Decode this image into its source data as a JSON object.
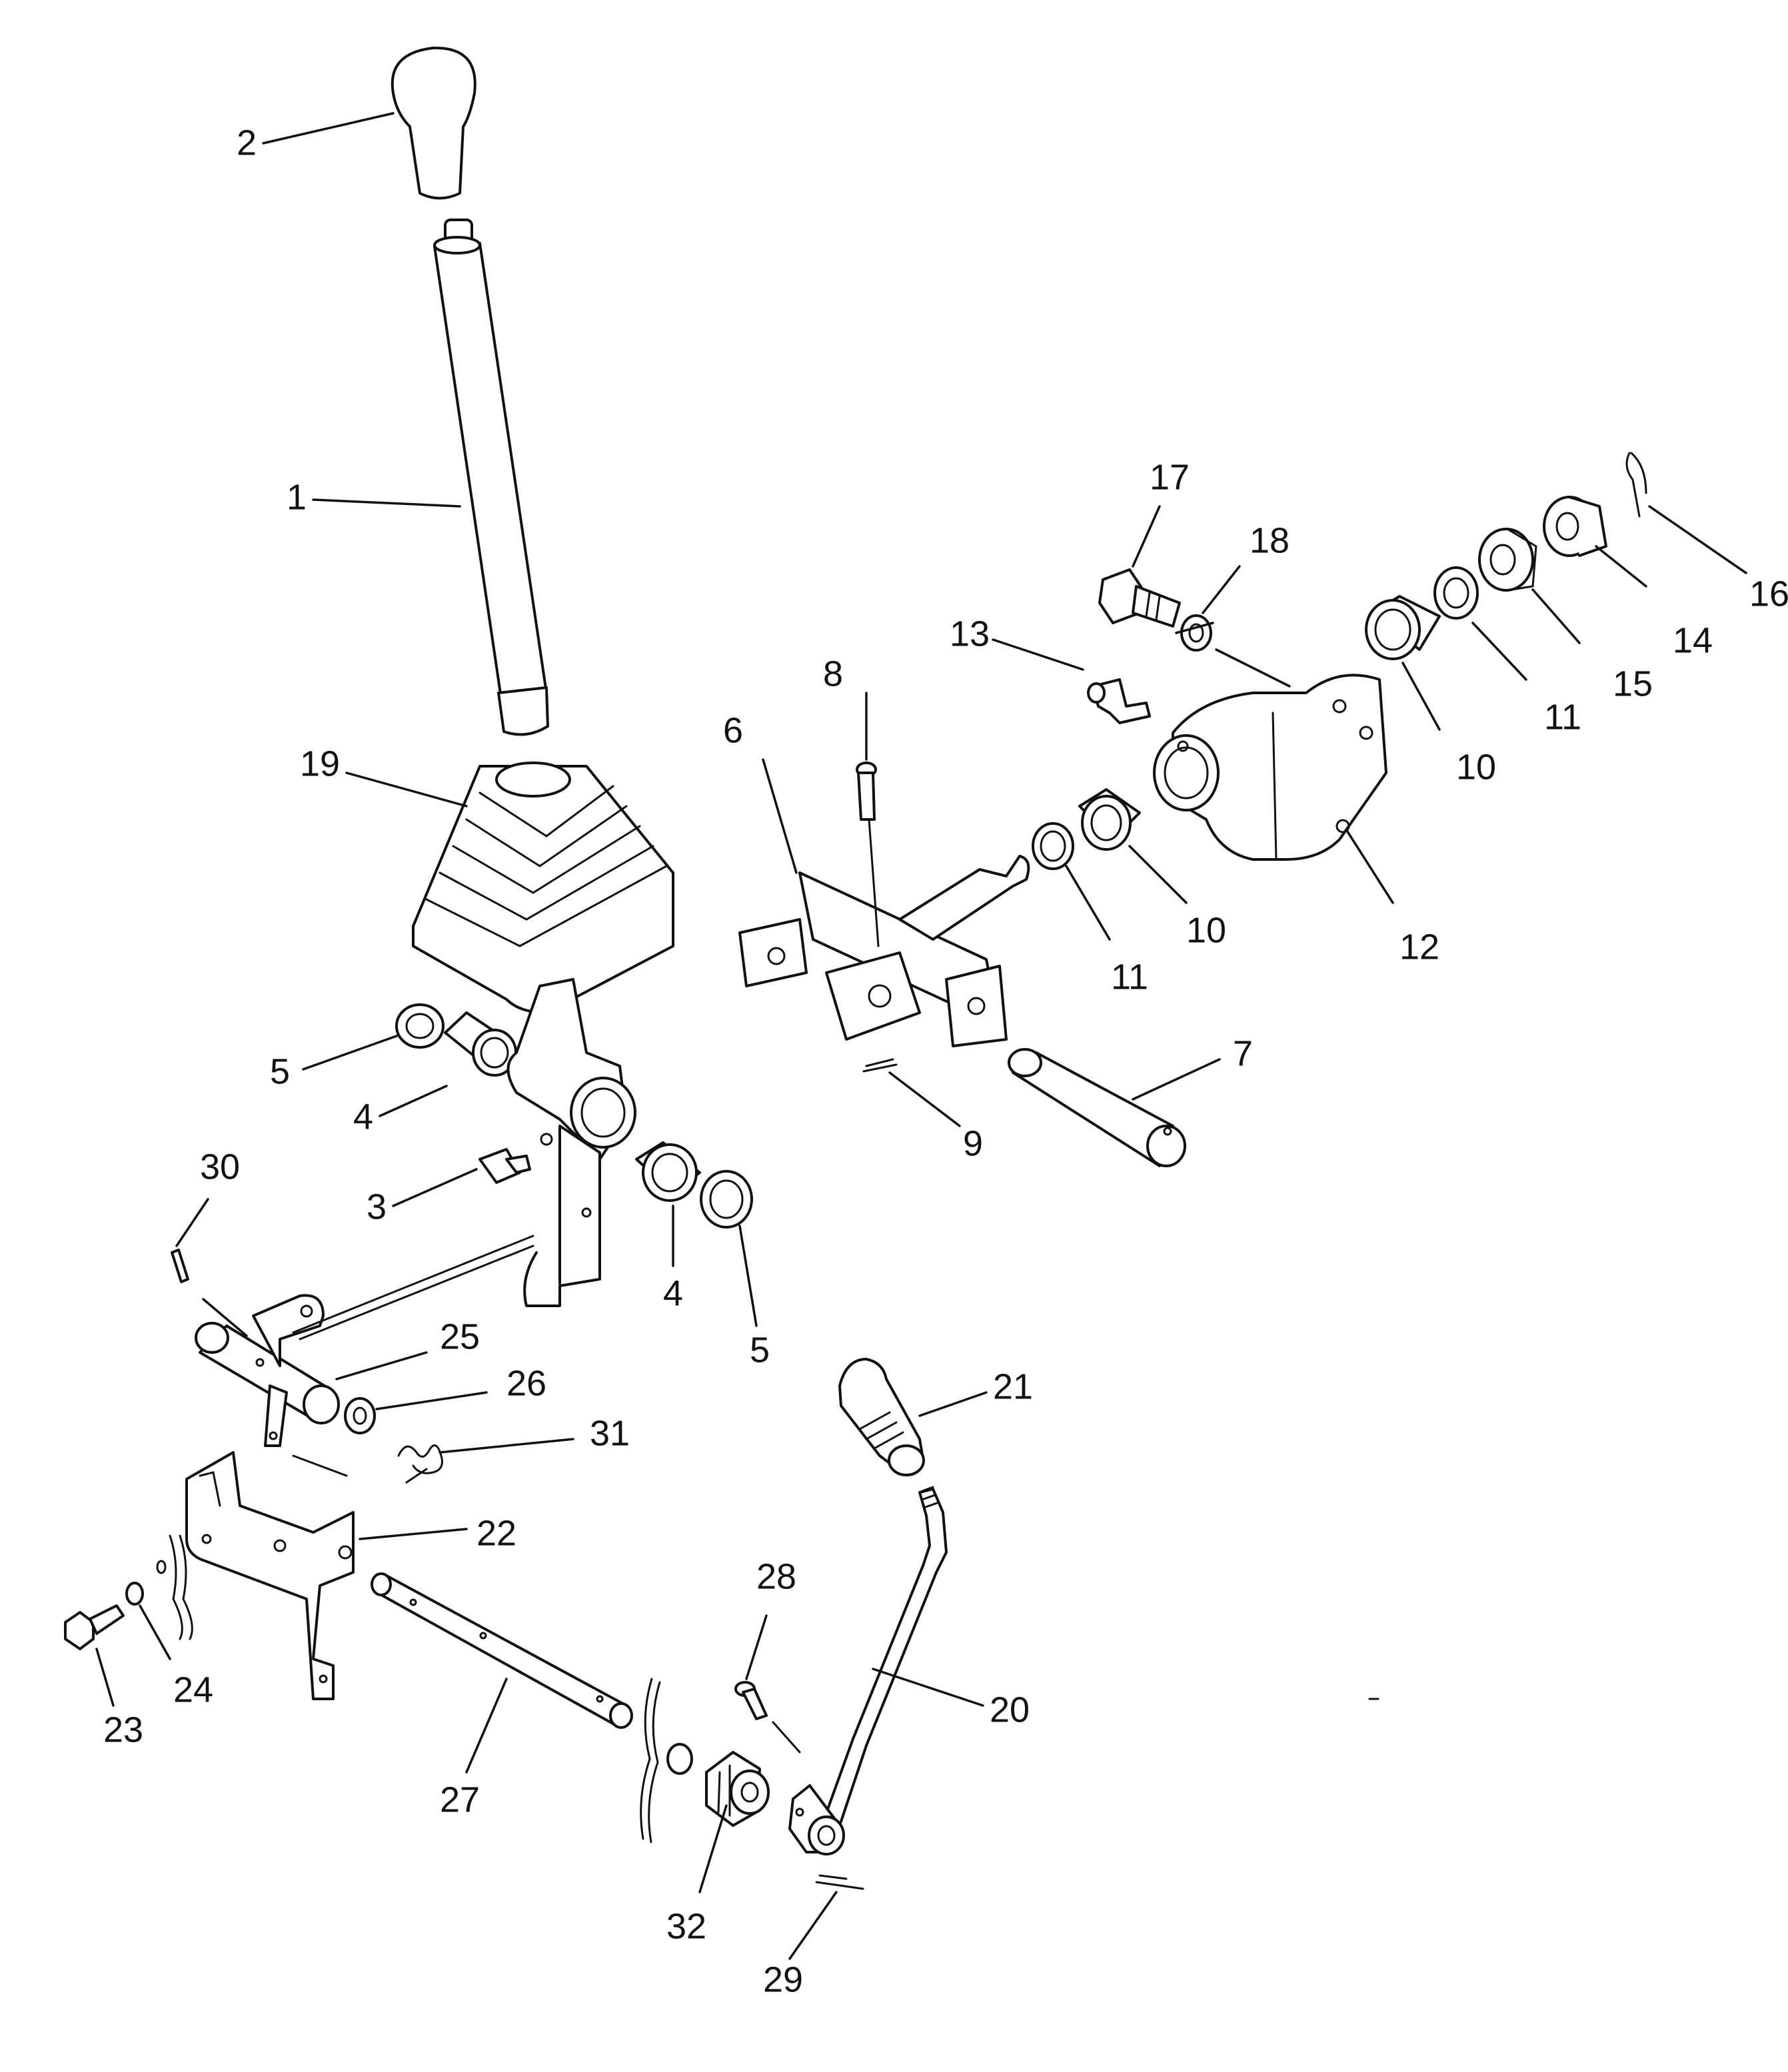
{
  "callouts": [
    "1",
    "2",
    "3",
    "4",
    "4",
    "5",
    "5",
    "6",
    "7",
    "8",
    "9",
    "10",
    "10",
    "11",
    "11",
    "12",
    "13",
    "14",
    "15",
    "16",
    "17",
    "18",
    "19",
    "20",
    "21",
    "22",
    "23",
    "24",
    "25",
    "26",
    "27",
    "28",
    "29",
    "30",
    "31",
    "32"
  ],
  "colors": {
    "line": "#111111",
    "background": "#ffffff"
  }
}
